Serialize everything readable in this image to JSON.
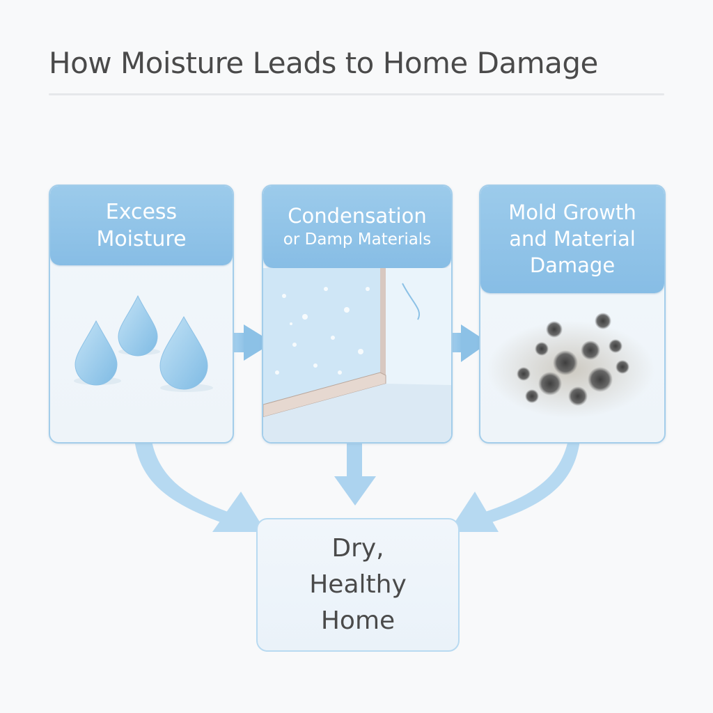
{
  "title": "How Moisture Leads to Home Damage",
  "colors": {
    "accent": "#8cc1e6",
    "arrow": "#a8d1ef",
    "card_border": "#a3cdea",
    "title_text": "#4a4a4a",
    "background": "#f8f9fa"
  },
  "steps": [
    {
      "id": "excess-moisture",
      "lines": [
        "Excess",
        "Moisture"
      ],
      "icon": "water-drops-icon"
    },
    {
      "id": "condensation",
      "lines": [
        "Condensation",
        "or Damp Materials"
      ],
      "icon": "condensation-window-icon"
    },
    {
      "id": "mold-growth",
      "lines": [
        "Mold Growth",
        "and Material",
        "Damage"
      ],
      "icon": "mold-spots-icon"
    }
  ],
  "outcome": {
    "lines": [
      "Dry,",
      "Healthy",
      "Home"
    ]
  },
  "flow": [
    {
      "from": "excess-moisture",
      "to": "condensation"
    },
    {
      "from": "condensation",
      "to": "mold-growth"
    },
    {
      "from": "excess-moisture",
      "to": "outcome"
    },
    {
      "from": "condensation",
      "to": "outcome"
    },
    {
      "from": "mold-growth",
      "to": "outcome"
    }
  ]
}
